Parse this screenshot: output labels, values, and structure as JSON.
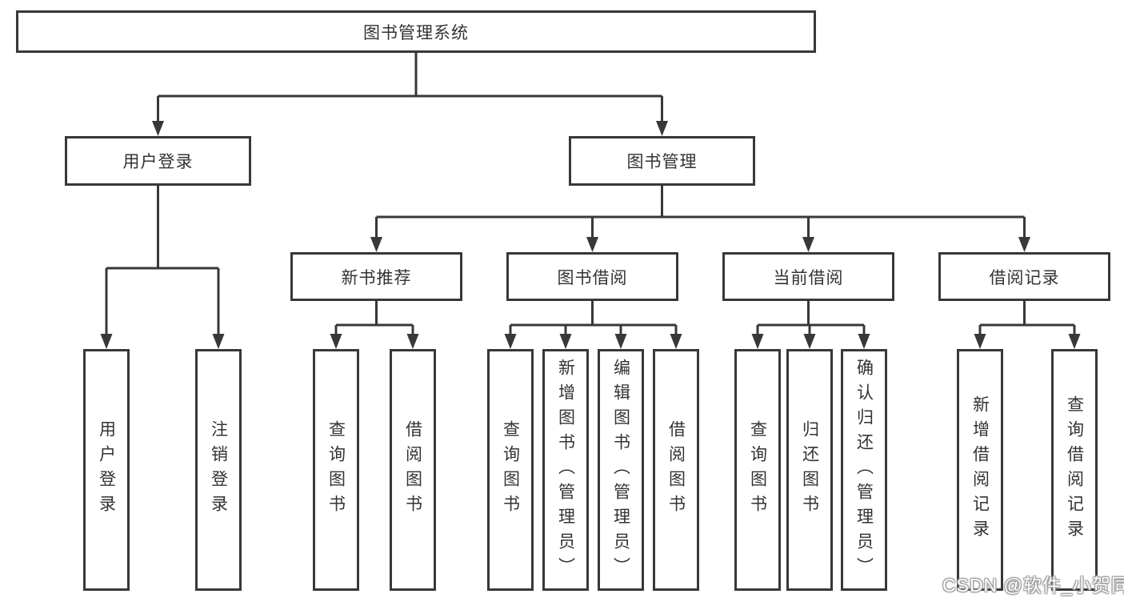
{
  "diagram": {
    "root": {
      "label": "图书管理系统"
    },
    "branches": [
      {
        "label": "用户登录",
        "children": [
          {
            "label": "用户登录"
          },
          {
            "label": "注销登录"
          }
        ]
      },
      {
        "label": "图书管理",
        "children": [
          {
            "label": "新书推荐",
            "children": [
              {
                "label": "查询图书"
              },
              {
                "label": "借阅图书"
              }
            ]
          },
          {
            "label": "图书借阅",
            "children": [
              {
                "label": "查询图书"
              },
              {
                "label": "新增图书（管理员）"
              },
              {
                "label": "编辑图书（管理员）"
              },
              {
                "label": "借阅图书"
              }
            ]
          },
          {
            "label": "当前借阅",
            "children": [
              {
                "label": "查询图书"
              },
              {
                "label": "归还图书"
              },
              {
                "label": "确认归还（管理员）"
              }
            ]
          },
          {
            "label": "借阅记录",
            "children": [
              {
                "label": "新增借阅记录"
              },
              {
                "label": "查询借阅记录"
              }
            ]
          }
        ]
      }
    ]
  },
  "watermark": {
    "text": "CSDN @软件_小贺同学"
  },
  "colors": {
    "line": "#383838",
    "text": "#333333",
    "background": "#ffffff",
    "watermark": "#ffffff"
  }
}
